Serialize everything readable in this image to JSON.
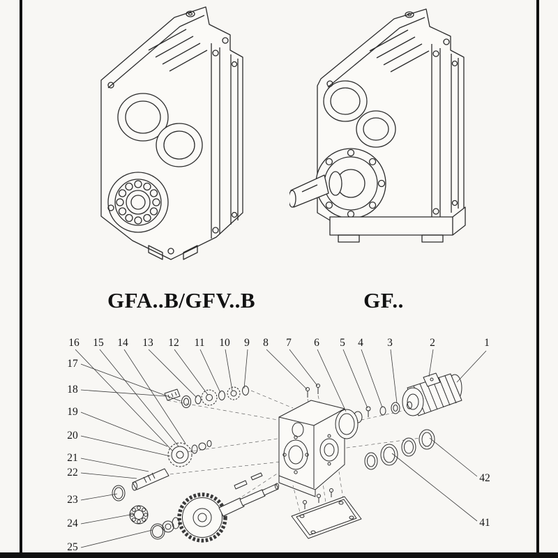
{
  "models": {
    "left_label": "GFA..B/GFV..B",
    "right_label": "GF.."
  },
  "exploded": {
    "top_row": [
      "16",
      "15",
      "14",
      "13",
      "12",
      "11",
      "10",
      "9",
      "8",
      "7",
      "6",
      "5",
      "4",
      "3",
      "2",
      "1"
    ],
    "left_column": [
      "17",
      "18",
      "19",
      "20",
      "21",
      "22",
      "23",
      "24",
      "25"
    ],
    "right_column": [
      "42",
      "41"
    ]
  },
  "colors": {
    "line": "#2b2b2b",
    "frame": "#101010",
    "paper": "#f8f7f4"
  }
}
